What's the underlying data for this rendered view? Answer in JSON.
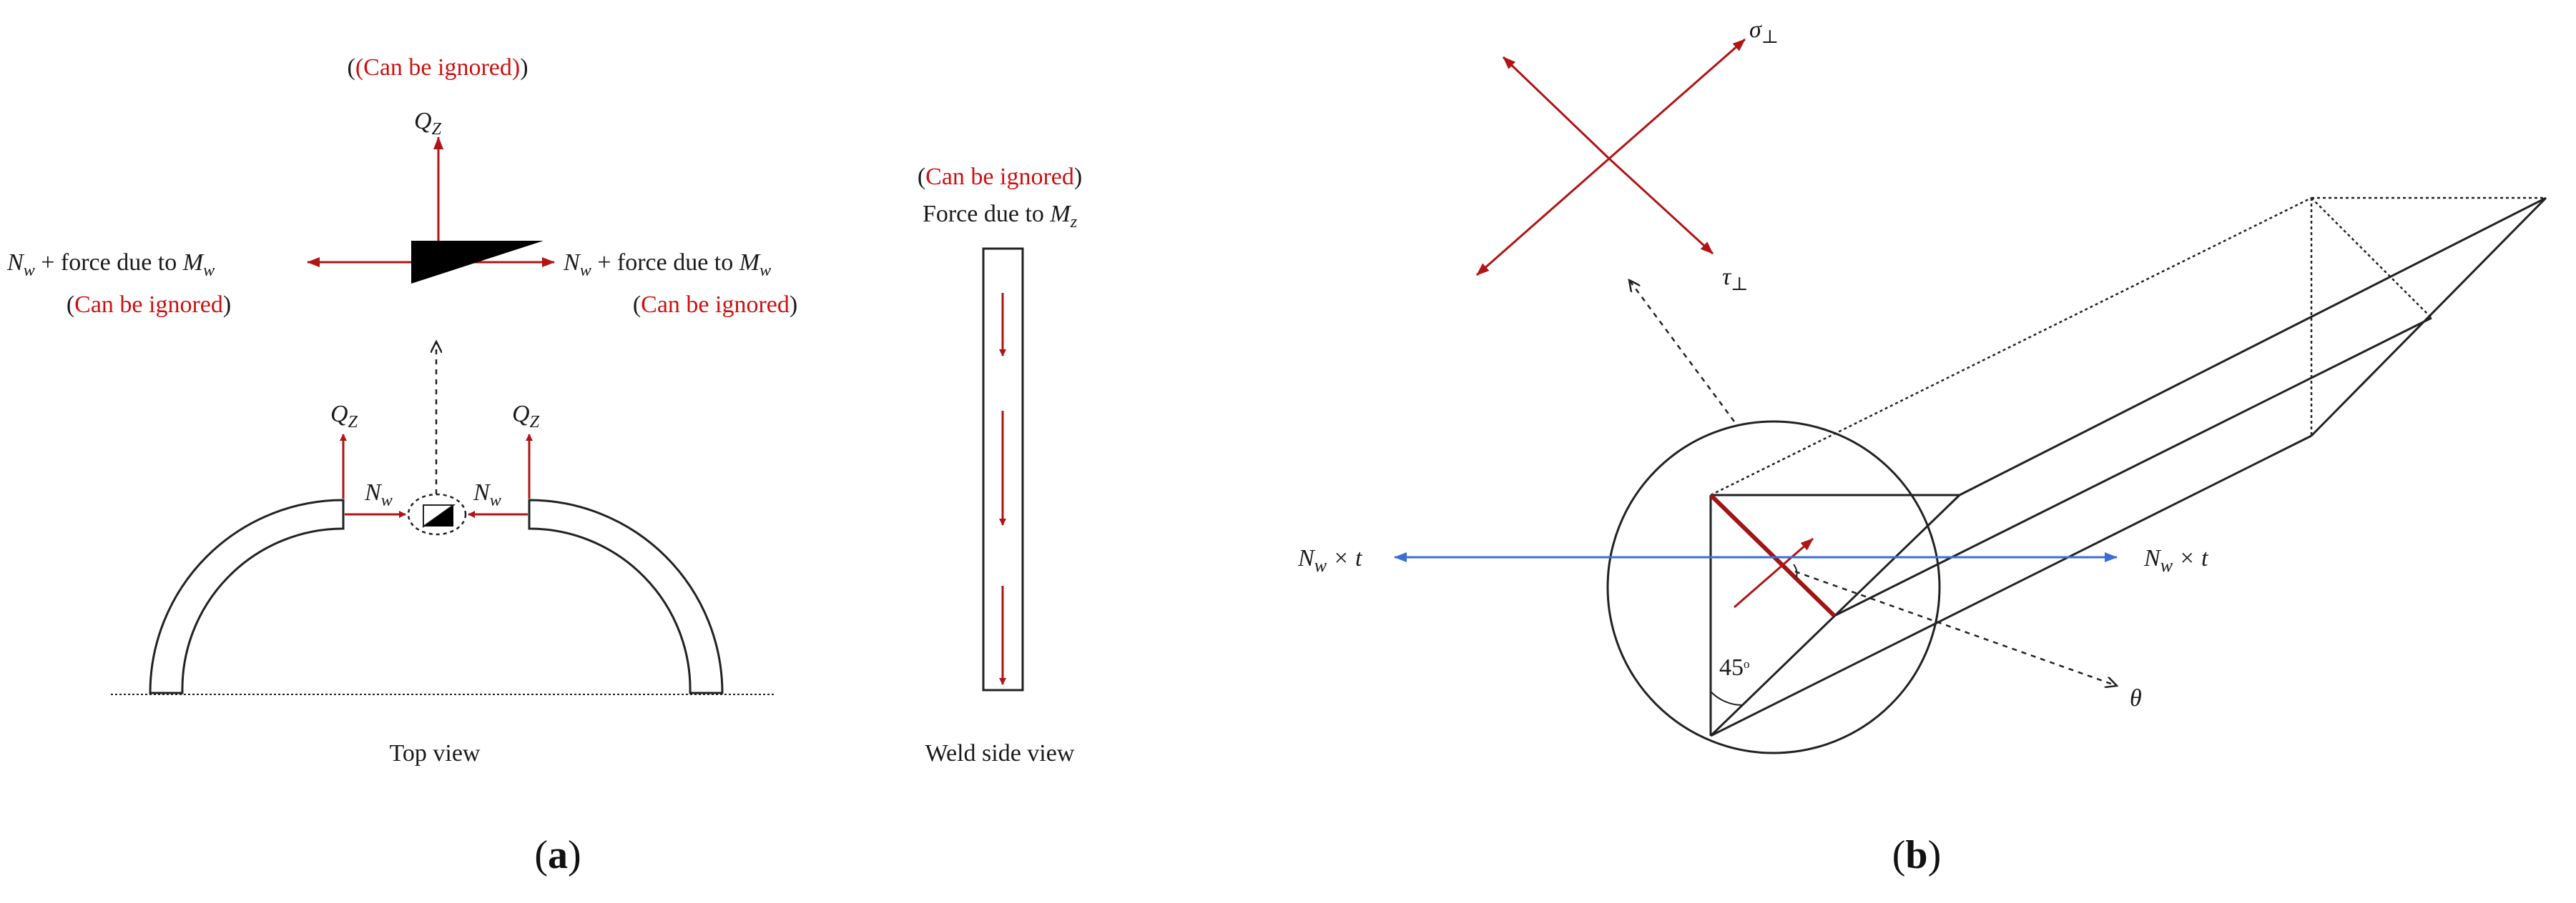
{
  "colors": {
    "force_arrow": "#b01414",
    "axis_arrow": "#3a6fd8",
    "outline": "#222222",
    "ignored_text": "#cc1111"
  },
  "panel_a": {
    "caption": "(a)",
    "top_note_ignored": "(Can be ignored)",
    "qz_top": "Q",
    "qz_top_sub": "Z",
    "left_force": {
      "prefix": "N",
      "sub": "w",
      "middle": " + force due to ",
      "moment": "M",
      "moment_sub": "w"
    },
    "right_force": {
      "prefix": "N",
      "sub": "w",
      "middle": " + force due to ",
      "moment": "M",
      "moment_sub": "w"
    },
    "left_ignored": {
      "open": "(",
      "text": "Can be ignored",
      "close": ")"
    },
    "right_ignored": {
      "open": "(",
      "text": "Can be ignored",
      "close": ")"
    },
    "qz_left": "Q",
    "qz_left_sub": "Z",
    "qz_right": "Q",
    "qz_right_sub": "Z",
    "nw_left": "N",
    "nw_left_sub": "w",
    "nw_right": "N",
    "nw_right_sub": "w",
    "top_view_label": "Top view",
    "weld_side": {
      "ignored": {
        "open": "(",
        "text": "Can be ignored",
        "close": ")"
      },
      "force_text": "Force due to ",
      "moment": "M",
      "moment_sub": "z",
      "label": "Weld side view"
    }
  },
  "panel_b": {
    "caption": "(b)",
    "sigma": "σ",
    "sigma_sub": "⊥",
    "tau": "τ",
    "tau_sub": "⊥",
    "left_load": {
      "n": "N",
      "sub": "w",
      "rest": " × t"
    },
    "right_load": {
      "n": "N",
      "sub": "w",
      "rest": " × t"
    },
    "theta": "θ",
    "angle": "45",
    "angle_sup": "o"
  }
}
